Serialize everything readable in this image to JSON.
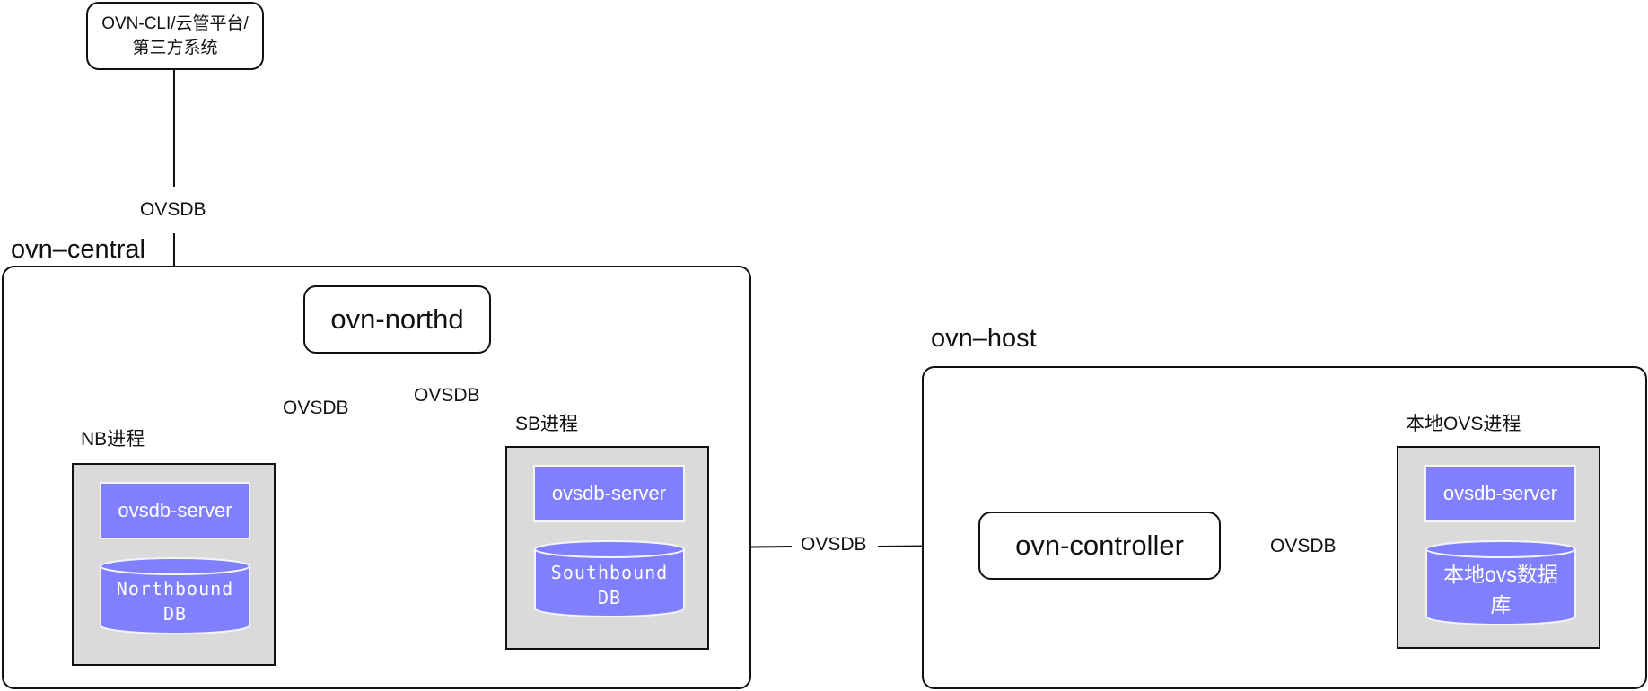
{
  "top_client": {
    "line1": "OVN-CLI/云管平台/",
    "line2": "第三方系统"
  },
  "ovn_central": {
    "label": "ovn–central",
    "northd": "ovn-northd",
    "nb": {
      "label": "NB进程",
      "server": "ovsdb-server",
      "db_line1": "Northbound",
      "db_line2": "DB"
    },
    "sb": {
      "label": "SB进程",
      "server": "ovsdb-server",
      "db_line1": "Southbound",
      "db_line2": "DB"
    }
  },
  "ovn_host": {
    "label": "ovn–host",
    "controller": "ovn-controller",
    "local": {
      "label": "本地OVS进程",
      "server": "ovsdb-server",
      "db_line1": "本地ovs数据",
      "db_line2": "库"
    }
  },
  "edges": {
    "client_nb": "OVSDB",
    "northd_nb": "OVSDB",
    "northd_sb": "OVSDB",
    "sb_controller": "OVSDB",
    "controller_local": "OVSDB"
  },
  "colors": {
    "db_fill": "#8080ff",
    "process_fill": "#dadada",
    "stroke": "#111111"
  }
}
